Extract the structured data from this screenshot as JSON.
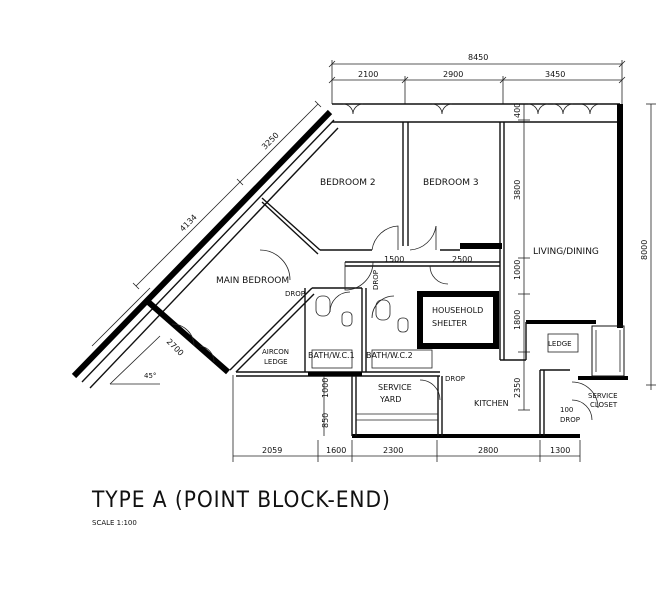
{
  "title": "TYPE A (POINT BLOCK-END)",
  "scale_label": "SCALE  1:100",
  "dimensions": {
    "top_total": "8450",
    "top": [
      "2100",
      "2900",
      "3450"
    ],
    "bottom": [
      "2059",
      "1600",
      "2300",
      "2800",
      "1300"
    ],
    "right": [
      "400",
      "3800",
      "1000",
      "1800",
      "2350"
    ],
    "right_total": "8000",
    "diag_outer": "3250",
    "diag_inner": "4134",
    "left_small": "2700",
    "mid_a": "1500",
    "mid_b": "2500",
    "yard_a": "1000",
    "yard_b": "850"
  },
  "rooms": {
    "bedroom2": "BEDROOM 2",
    "bedroom3": "BEDROOM 3",
    "living": "LIVING/DINING",
    "main_bedroom": "MAIN BEDROOM",
    "household_shelter_1": "HOUSEHOLD",
    "household_shelter_2": "SHELTER",
    "bath1": "BATH/W.C.1",
    "bath2": "BATH/W.C.2",
    "service_yard_1": "SERVICE",
    "service_yard_2": "YARD",
    "kitchen": "KITCHEN",
    "service_closet_1": "SERVICE",
    "service_closet_2": "CLOSET",
    "planter_1": "AIRCON",
    "planter_2": "LEDGE",
    "ledge_right": "LEDGE"
  },
  "notes": {
    "drop": "DROP",
    "drop_100": "100",
    "angle": "45°"
  }
}
